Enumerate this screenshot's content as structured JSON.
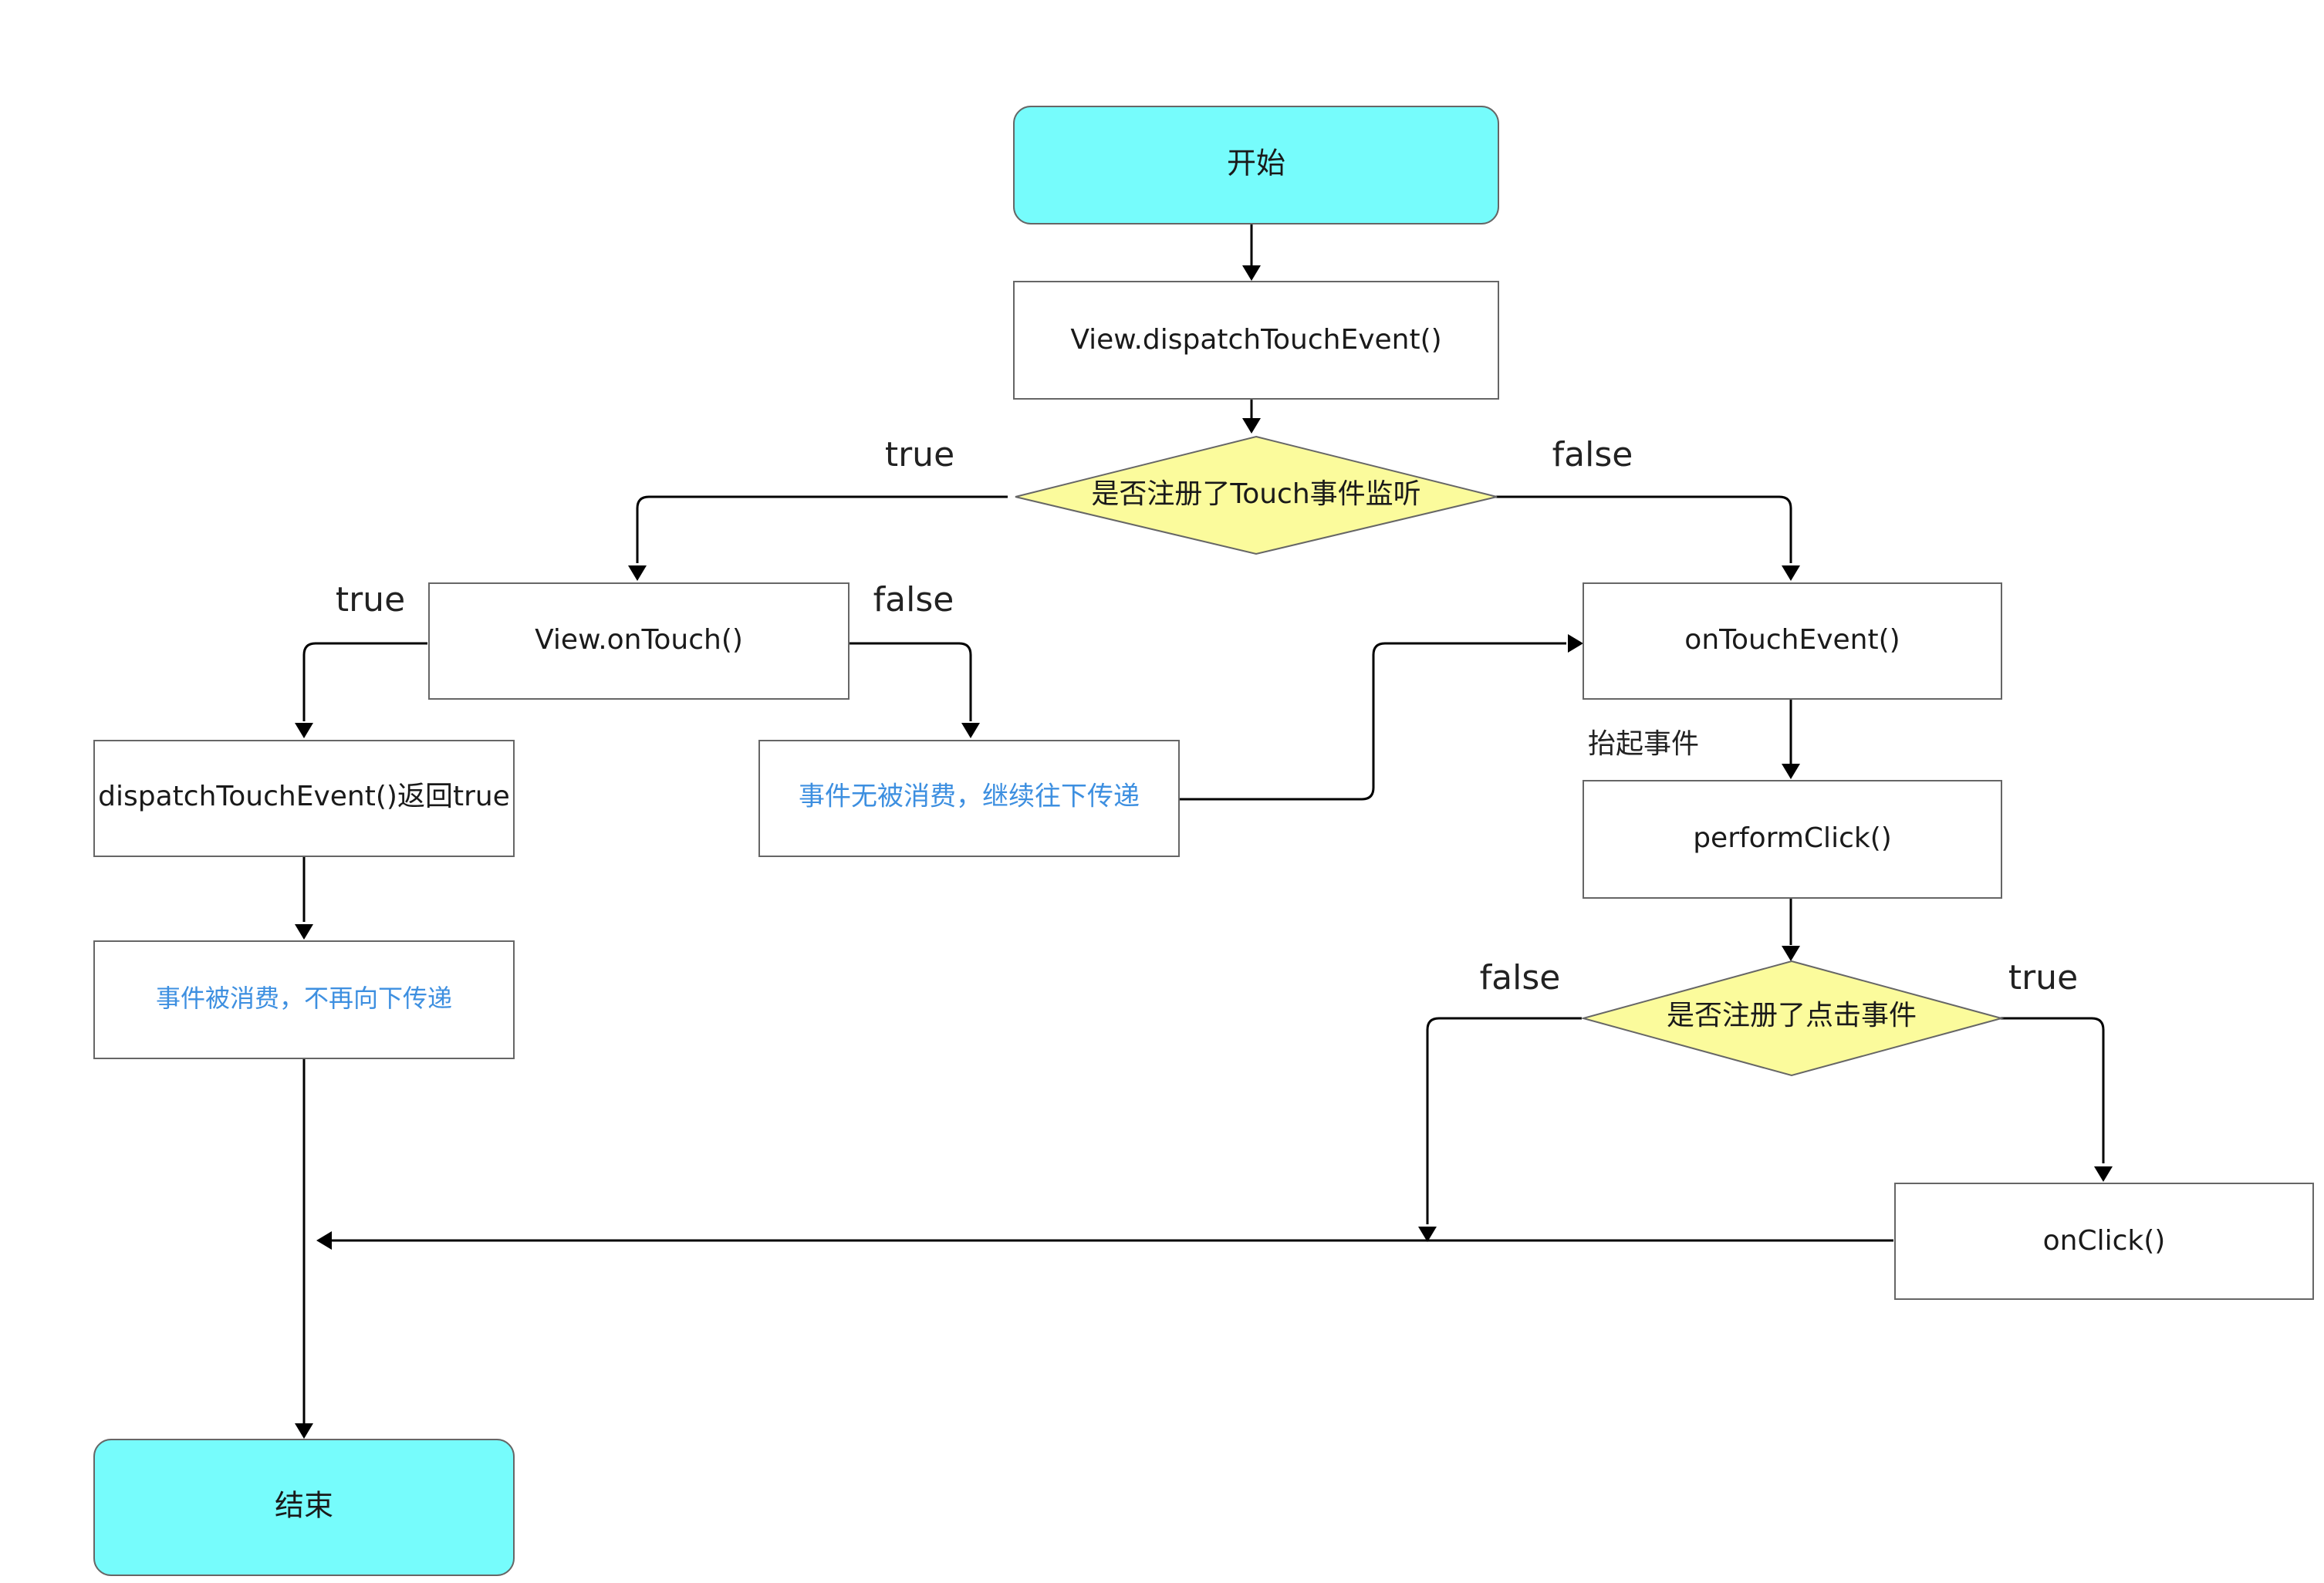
{
  "nodes": {
    "start": "开始",
    "dispatch": "View.dispatchTouchEvent()",
    "decision_touch": "是否注册了Touch事件监听",
    "on_touch": "View.onTouch()",
    "dispatch_true": "dispatchTouchEvent()返回true",
    "not_consumed": "事件无被消费，继续往下传递",
    "consumed": "事件被消费，不再向下传递",
    "on_touch_event": "onTouchEvent()",
    "perform_click": "performClick()",
    "decision_click": "是否注册了点击事件",
    "on_click": "onClick()",
    "end": "结束"
  },
  "edge_labels": {
    "touch_true": "true",
    "touch_false": "false",
    "ontouch_true": "true",
    "ontouch_false": "false",
    "lift_event": "抬起事件",
    "click_false": "false",
    "click_true": "true"
  },
  "colors": {
    "terminal_fill": "#76fcfc",
    "decision_fill": "#fbfb9c",
    "process_fill": "#ffffff",
    "stroke": "#666666",
    "arrow": "#000000",
    "highlight_text": "#3d8fe0"
  }
}
